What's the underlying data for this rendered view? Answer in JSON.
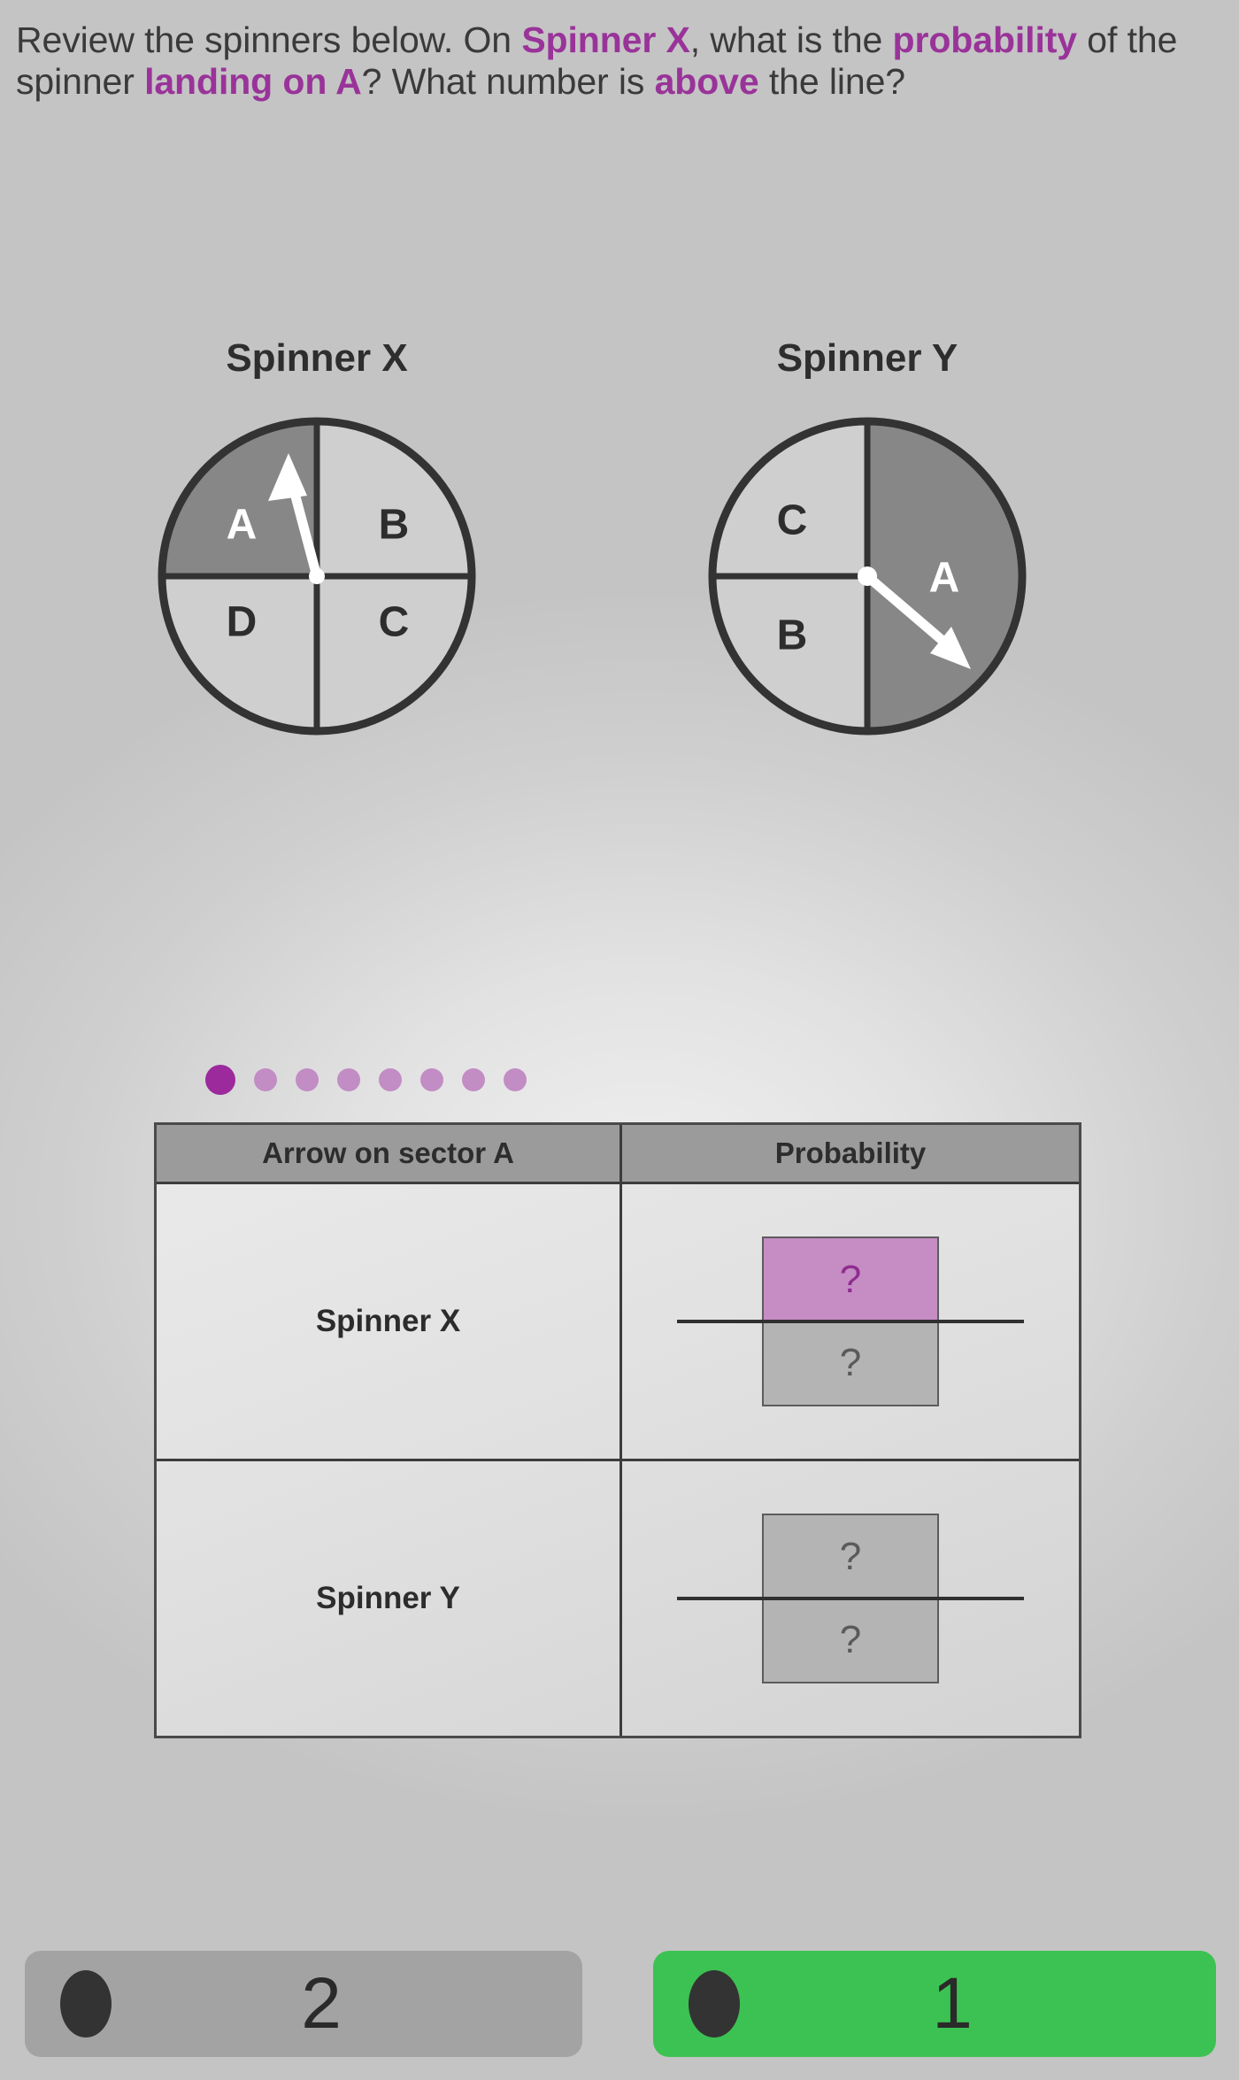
{
  "prompt": {
    "part1": "Review the spinners below. On ",
    "hl1": "Spinner X",
    "part2": ", what is the ",
    "hl2": "probability",
    "part3": " of the spinner ",
    "hl3": "landing on A",
    "part4": "? What number is ",
    "hl4": "above",
    "part5": " the line?"
  },
  "spinners": [
    {
      "title": "Spinner X",
      "sectors": [
        {
          "label": "A",
          "shaded": true,
          "start_deg": 270,
          "end_deg": 360
        },
        {
          "label": "B",
          "shaded": false,
          "start_deg": 0,
          "end_deg": 90
        },
        {
          "label": "C",
          "shaded": false,
          "start_deg": 90,
          "end_deg": 180
        },
        {
          "label": "D",
          "shaded": false,
          "start_deg": 180,
          "end_deg": 270
        }
      ],
      "arrow_points_to": "A",
      "arrow_angle_deg": 283
    },
    {
      "title": "Spinner Y",
      "sectors": [
        {
          "label": "A",
          "shaded": true,
          "start_deg": 270,
          "end_deg": 90
        },
        {
          "label": "C",
          "shaded": false,
          "start_deg": 180,
          "end_deg": 270
        },
        {
          "label": "B",
          "shaded": false,
          "start_deg": 90,
          "end_deg": 180
        }
      ],
      "arrow_points_to": "A",
      "arrow_angle_deg": 40
    }
  ],
  "progress": {
    "total": 8,
    "current": 1
  },
  "table": {
    "headers": [
      "Arrow on sector A",
      "Probability"
    ],
    "rows": [
      {
        "label": "Spinner X",
        "numerator": "?",
        "denominator": "?",
        "numerator_active": true,
        "denominator_active": false
      },
      {
        "label": "Spinner Y",
        "numerator": "?",
        "denominator": "?",
        "numerator_active": false,
        "denominator_active": false
      }
    ]
  },
  "answers": [
    {
      "label": "2",
      "state": "inactive"
    },
    {
      "label": "1",
      "state": "correct"
    }
  ],
  "colors": {
    "accent_purple": "#993399",
    "highlight_box": "#c68cc4",
    "correct_green": "#3cc252",
    "inactive_gray": "#a3a3a3",
    "sector_shaded": "#878787",
    "sector_plain": "#cfcfcf"
  }
}
